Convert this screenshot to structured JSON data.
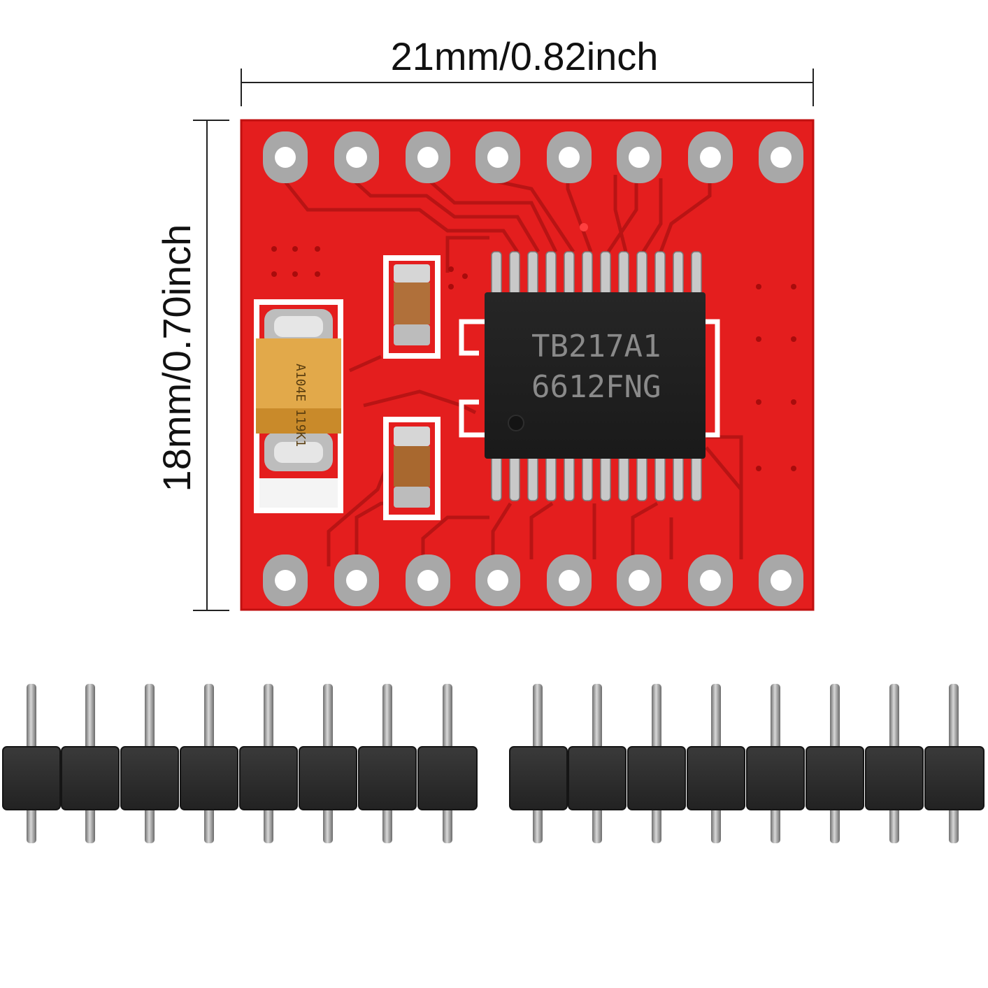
{
  "dimensions": {
    "width_label": "21mm/0.82inch",
    "height_label": "18mm/0.70inch"
  },
  "chip": {
    "line1": "TB217A1",
    "line2": "6612FNG"
  },
  "capacitor": {
    "marking": "A104E 119K1"
  },
  "colors": {
    "pcb": "#e41e1e",
    "silkscreen": "#ffffff",
    "chip": "#1e1e1e",
    "header_plastic": "#2b2b2b",
    "pin_metal": "#9a9a9a",
    "tantalum": "#e2a94a"
  },
  "components": {
    "top_holes": 8,
    "bottom_holes": 8,
    "chip_pins_per_side": 12,
    "header_strips": 2,
    "pins_per_header": 8
  }
}
